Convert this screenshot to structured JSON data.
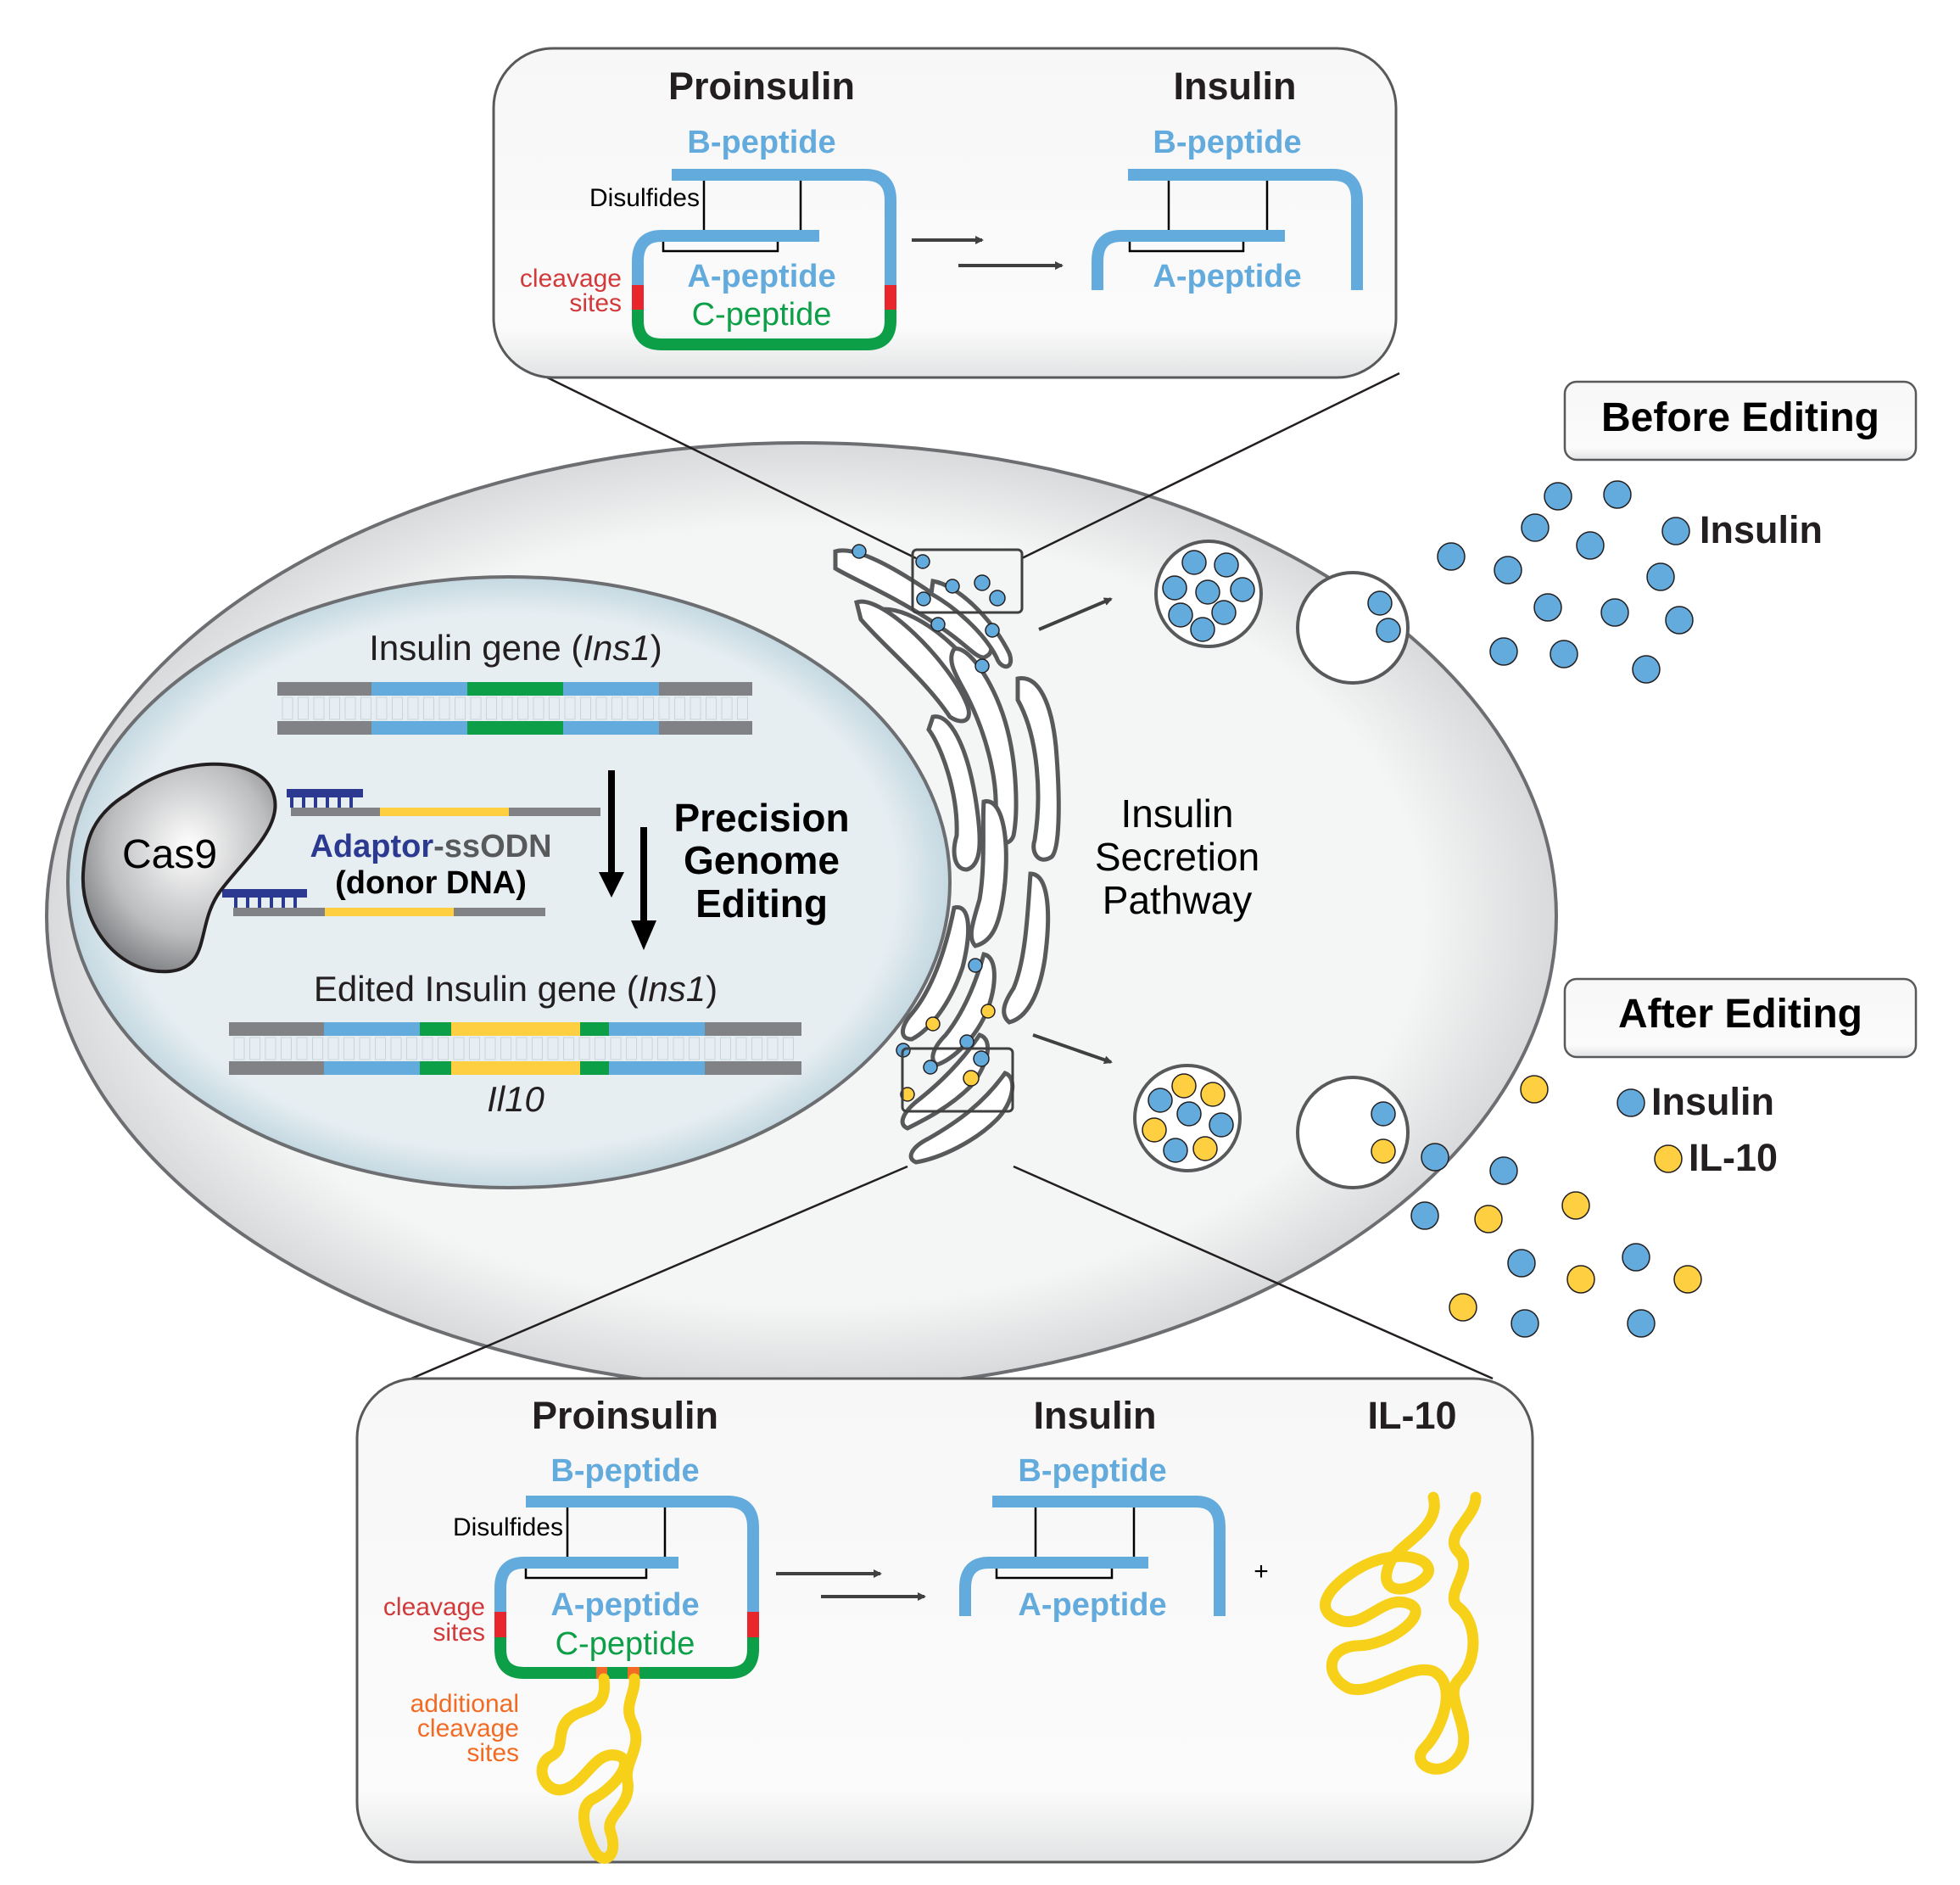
{
  "colors": {
    "blue": "#64abdd",
    "green": "#0d9f48",
    "red": "#e8262b",
    "orange": "#f26b24",
    "yellow": "#fecf41",
    "il10_chain": "#f6d019",
    "gray_dna": "#808285",
    "navy": "#2b3990",
    "nucleus_fill": "#e6eef2",
    "cell_fill": "#f4f5f5",
    "outline": "#58595b"
  },
  "top_box": {
    "proinsulin_title": "Proinsulin",
    "insulin_title": "Insulin",
    "b_peptide_label": "B-peptide",
    "a_peptide_label": "A-peptide",
    "c_peptide_label": "C-peptide",
    "disulfides_label": "Disulfides",
    "cleavage_line1": "cleavage",
    "cleavage_line2": "sites",
    "insulin_b_peptide_label": "B-peptide",
    "insulin_a_peptide_label": "A-peptide"
  },
  "bottom_box": {
    "proinsulin_title": "Proinsulin",
    "insulin_title": "Insulin",
    "il10_title": "IL-10",
    "b_peptide_label": "B-peptide",
    "a_peptide_label": "A-peptide",
    "c_peptide_label": "C-peptide",
    "disulfides_label": "Disulfides",
    "cleavage_line1": "cleavage",
    "cleavage_line2": "sites",
    "additional_line1": "additional",
    "additional_line2": "cleavage",
    "additional_line3": "sites",
    "insulin_b_peptide_label": "B-peptide",
    "insulin_a_peptide_label": "A-peptide",
    "plus": "+"
  },
  "nucleus": {
    "gene_label_prefix": "Insulin gene (",
    "gene_label_italic": "Ins1",
    "gene_label_suffix": ")",
    "cas9_label": "Cas9",
    "adaptor_label": "Adaptor",
    "ssodn_label": "-ssODN",
    "donor_label": "(donor DNA)",
    "editing_line1": "Precision",
    "editing_line2": "Genome",
    "editing_line3": "Editing",
    "edited_label_prefix": "Edited Insulin gene (",
    "edited_label_italic": "Ins1",
    "edited_label_suffix": ")",
    "il10_gene_label": "Il10"
  },
  "cell": {
    "pathway_line1": "Insulin",
    "pathway_line2": "Secretion",
    "pathway_line3": "Pathway"
  },
  "before_editing": {
    "title": "Before Editing",
    "legend_insulin": "Insulin"
  },
  "after_editing": {
    "title": "After Editing",
    "legend_insulin": "Insulin",
    "legend_il10": "IL-10"
  }
}
